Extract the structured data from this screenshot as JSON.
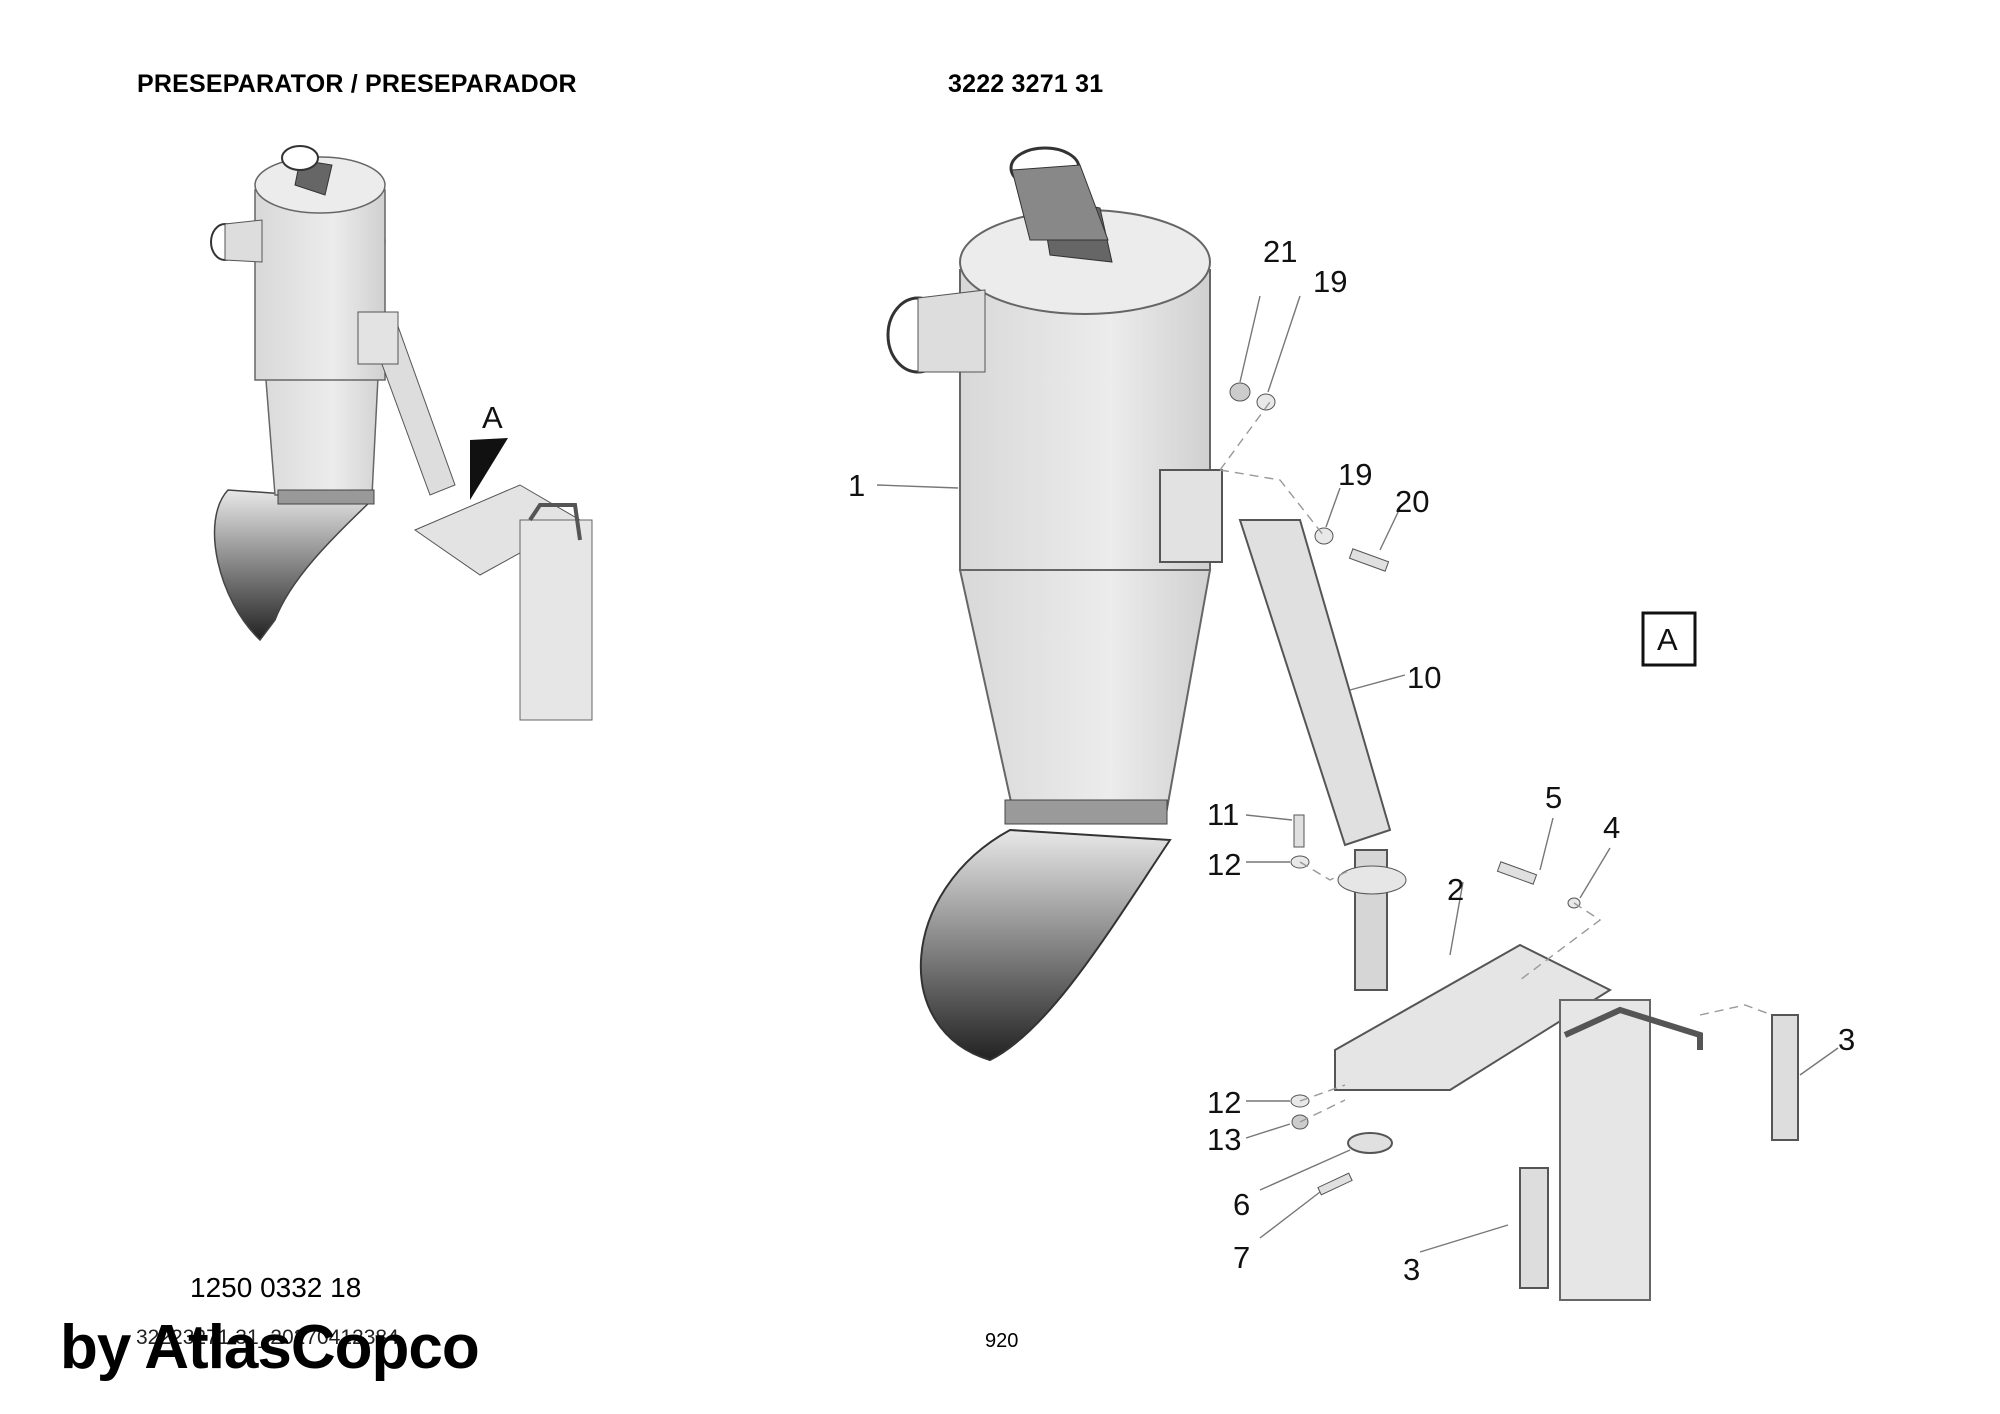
{
  "header": {
    "title": "PRESEPARATOR / PRESEPARADOR",
    "part_number": "3222 3271 31"
  },
  "detail_marker": "A",
  "detail_box_label": "A",
  "callouts": [
    {
      "id": "c1",
      "label": "1"
    },
    {
      "id": "c2",
      "label": "2"
    },
    {
      "id": "c3a",
      "label": "3"
    },
    {
      "id": "c3b",
      "label": "3"
    },
    {
      "id": "c4",
      "label": "4"
    },
    {
      "id": "c5",
      "label": "5"
    },
    {
      "id": "c6",
      "label": "6"
    },
    {
      "id": "c7",
      "label": "7"
    },
    {
      "id": "c10",
      "label": "10"
    },
    {
      "id": "c11",
      "label": "11"
    },
    {
      "id": "c12a",
      "label": "12"
    },
    {
      "id": "c12b",
      "label": "12"
    },
    {
      "id": "c13",
      "label": "13"
    },
    {
      "id": "c19a",
      "label": "19"
    },
    {
      "id": "c19b",
      "label": "19"
    },
    {
      "id": "c20",
      "label": "20"
    },
    {
      "id": "c21",
      "label": "21"
    }
  ],
  "footer": {
    "ref_number": "1250 0332 18",
    "doc_code": "32223271 31_20270412384",
    "page_number": "920",
    "watermark": "by AtlasCopco"
  },
  "colors": {
    "part_fill": "#e6e6e6",
    "outline": "#555555",
    "dark_gradient_end": "#2b2b2b"
  }
}
